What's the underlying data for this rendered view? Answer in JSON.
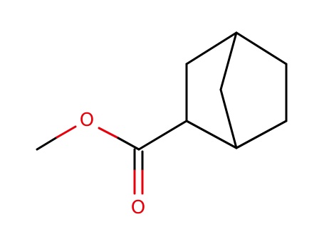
{
  "molecule": {
    "atoms": [
      {
        "id": "ester_o",
        "label": "O",
        "color": "#e8000b"
      },
      {
        "id": "carbonyl_o",
        "label": "O",
        "color": "#e8000b"
      }
    ],
    "colors": {
      "carbon_bond": "#000000",
      "oxygen": "#e8000b",
      "background": "#ffffff"
    }
  }
}
